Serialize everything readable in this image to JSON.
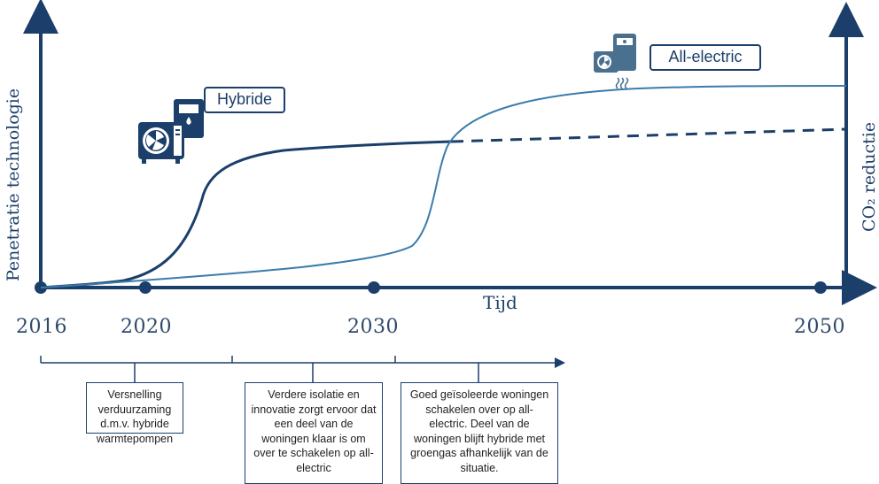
{
  "axes": {
    "y_left_title": "Penetratie technologie",
    "y_right_title": "CO₂ reductie",
    "x_title": "Tijd"
  },
  "years": [
    "2016",
    "2020",
    "2030",
    "2050"
  ],
  "labels": {
    "hybride": "Hybride",
    "all_electric": "All-electric"
  },
  "icons": {
    "hybride": "hybrid-heat-pump-icon",
    "all_electric": "all-electric-heat-pump-icon"
  },
  "phases": [
    "Versnelling verduurzaming d.m.v. hybride warmtepompen",
    "Verdere isolatie en innovatie zorgt ervoor dat een deel van de woningen klaar is om over te schakelen op all-electric",
    "Goed geïsoleerde woningen schakelen over op all-electric. Deel van de woningen blijft hybride met groengas afhankelijk van de situatie."
  ],
  "colors": {
    "dark_navy": "#1b3f6a",
    "light_blue": "#3a7cab",
    "box_border": "#1b3f6a"
  },
  "curves": [
    {
      "name": "Hybride",
      "style": "solid then dashed after ~2037",
      "level": "medium plateau"
    },
    {
      "name": "All-electric",
      "style": "solid",
      "level": "high plateau"
    }
  ]
}
